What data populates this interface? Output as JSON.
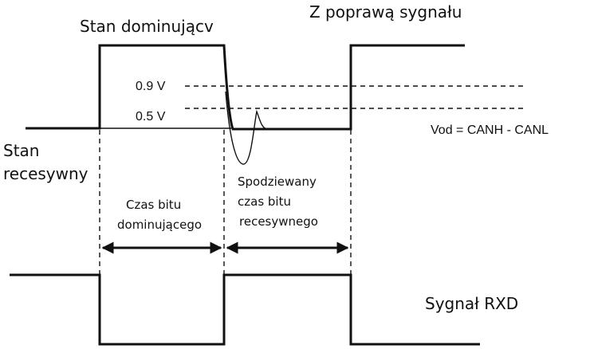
{
  "labels": {
    "dominant_state": "Stan dominującv",
    "signal_correction": "Z poprawą sygnału",
    "threshold_high": "0.9 V",
    "threshold_low": "0.5 V",
    "vod_formula": "Vod = CANH - CANL",
    "recessive_state_line1": "Stan",
    "recessive_state_line2": "recesywny",
    "dominant_bit_time_line1": "Czas bitu",
    "dominant_bit_time_line2": "dominującego",
    "expected_recessive_line1": "Spodziewany",
    "expected_recessive_line2": "czas bitu",
    "expected_recessive_line3": "recesywnego",
    "rxd_signal": "Sygnał RXD"
  }
}
